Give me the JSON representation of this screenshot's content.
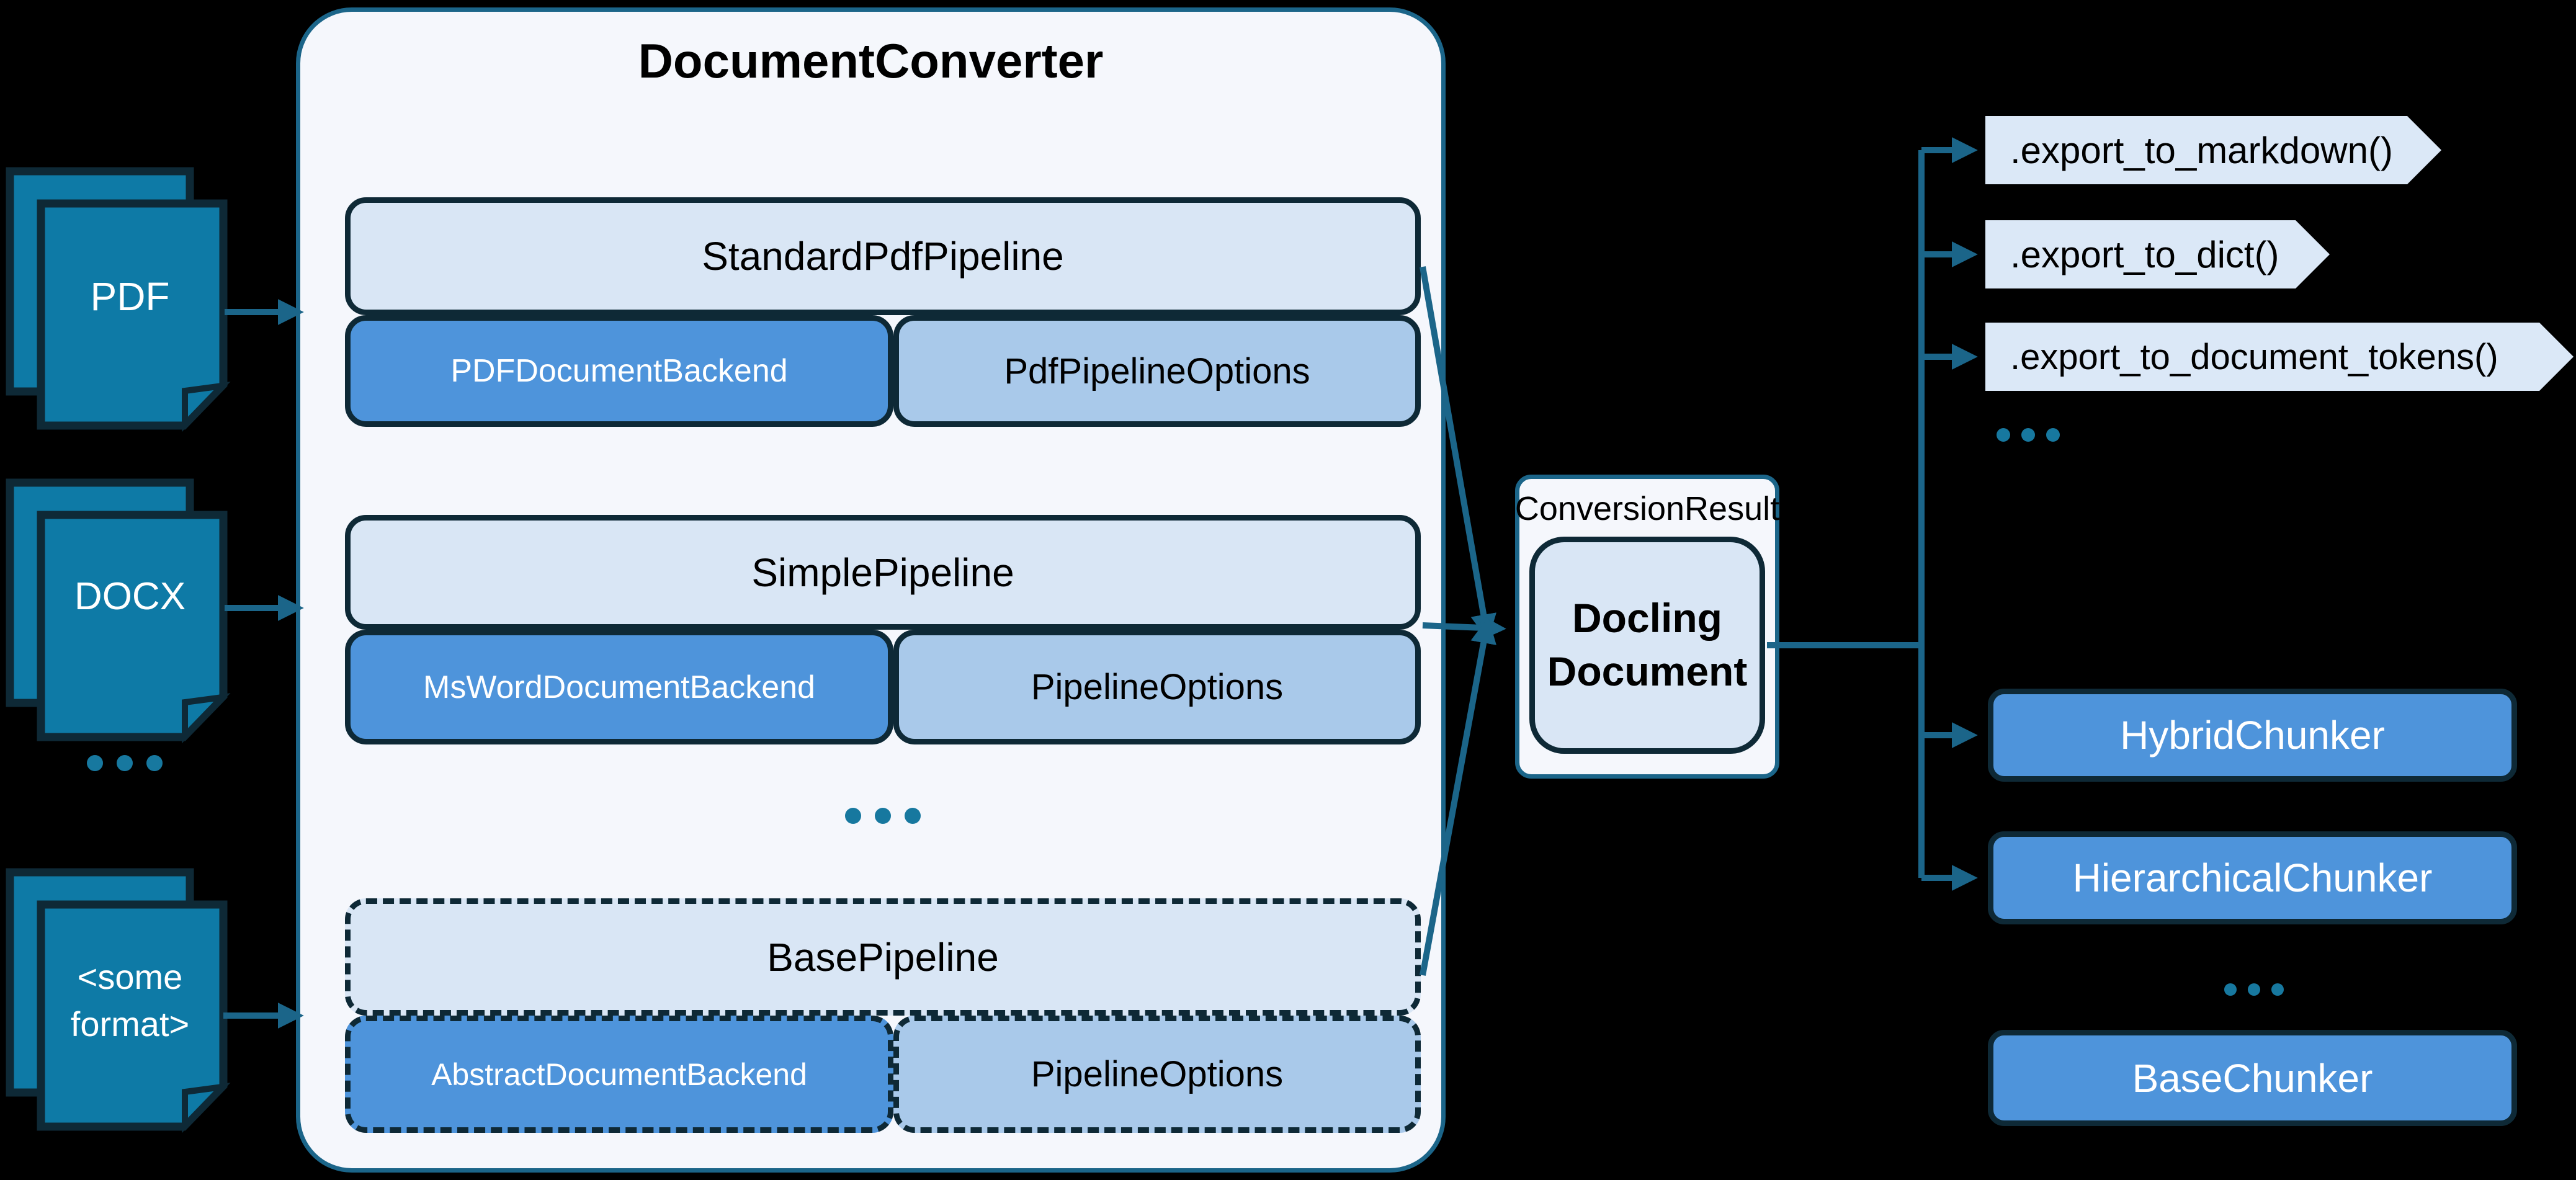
{
  "sources": [
    {
      "label": "PDF"
    },
    {
      "label": "DOCX"
    },
    {
      "label_line1": "<some",
      "label_line2": "format>"
    }
  ],
  "converter": {
    "title": "DocumentConverter",
    "pipelines": [
      {
        "name": "StandardPdfPipeline",
        "backend": "PDFDocumentBackend",
        "options": "PdfPipelineOptions",
        "style": "solid"
      },
      {
        "name": "SimplePipeline",
        "backend": "MsWordDocumentBackend",
        "options": "PipelineOptions",
        "style": "solid"
      },
      {
        "name": "BasePipeline",
        "backend": "AbstractDocumentBackend",
        "options": "PipelineOptions",
        "style": "dashed"
      }
    ]
  },
  "result": {
    "label": "ConversionResult",
    "document_line1": "Docling",
    "document_line2": "Document"
  },
  "exports": [
    ".export_to_markdown()",
    ".export_to_dict()",
    ".export_to_document_tokens()"
  ],
  "chunkers": [
    {
      "label": "HybridChunker",
      "style": "solid"
    },
    {
      "label": "HierarchicalChunker",
      "style": "solid"
    },
    {
      "label": "BaseChunker",
      "style": "dashed"
    }
  ],
  "colors": {
    "background": "#000000",
    "teal_stroke": "#1B6589",
    "icon_fill": "#0E7AA6",
    "dark_border": "#0E2936",
    "panel_fill": "#F5F7FC",
    "light_blue": "#D9E6F5",
    "mid_blue": "#4E94DB",
    "soft_blue": "#A9C9EA",
    "chevron_fill": "#DBE8F7",
    "dot_teal": "#17789F",
    "text_dark": "#000000",
    "text_light": "#FFFFFF"
  }
}
